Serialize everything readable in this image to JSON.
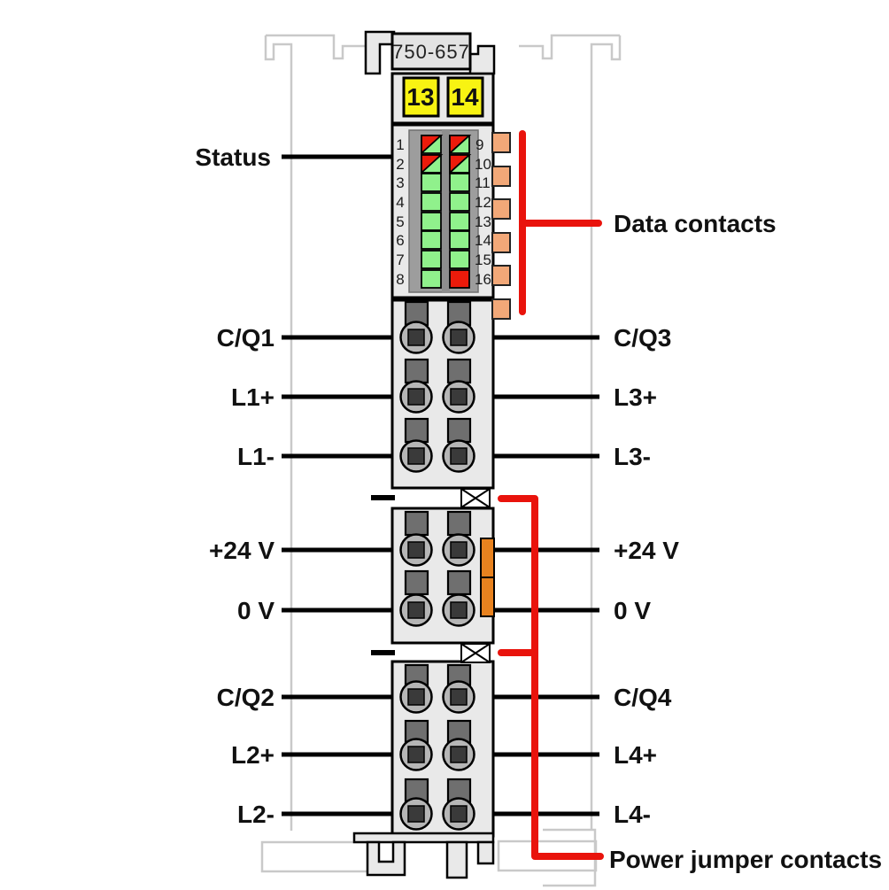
{
  "module": {
    "part_number": "750-657",
    "marking": [
      "13",
      "14"
    ],
    "led_numbers_left": [
      "1",
      "2",
      "3",
      "4",
      "5",
      "6",
      "7",
      "8"
    ],
    "led_numbers_right": [
      "9",
      "10",
      "11",
      "12",
      "13",
      "14",
      "15",
      "16"
    ],
    "led_states_left": [
      "red/green",
      "red/green",
      "green",
      "green",
      "green",
      "green",
      "green",
      "green"
    ],
    "led_states_right": [
      "red/green",
      "red/green",
      "green",
      "green",
      "green",
      "green",
      "green",
      "red"
    ],
    "data_contact_count": 6
  },
  "labels": {
    "status": "Status",
    "data_contacts": "Data contacts",
    "power_jumper_contacts": "Power jumper contacts",
    "left": [
      "C/Q1",
      "L1+",
      "L1-",
      "+24 V",
      "0 V",
      "C/Q2",
      "L2+",
      "L2-"
    ],
    "right": [
      "C/Q3",
      "L3+",
      "L3-",
      "+24 V",
      "0 V",
      "C/Q4",
      "L4+",
      "L4-"
    ]
  },
  "colors": {
    "annotation_red": "#e9130c",
    "led_green": "#90f18c",
    "led_red": "#ec1b0b",
    "marking_yellow": "#f8f312",
    "data_contact": "#f2a878",
    "power_jumper_orange": "#e8821f",
    "body_gray": "#e9e9e9",
    "led_panel_gray": "#9d9d9d"
  }
}
